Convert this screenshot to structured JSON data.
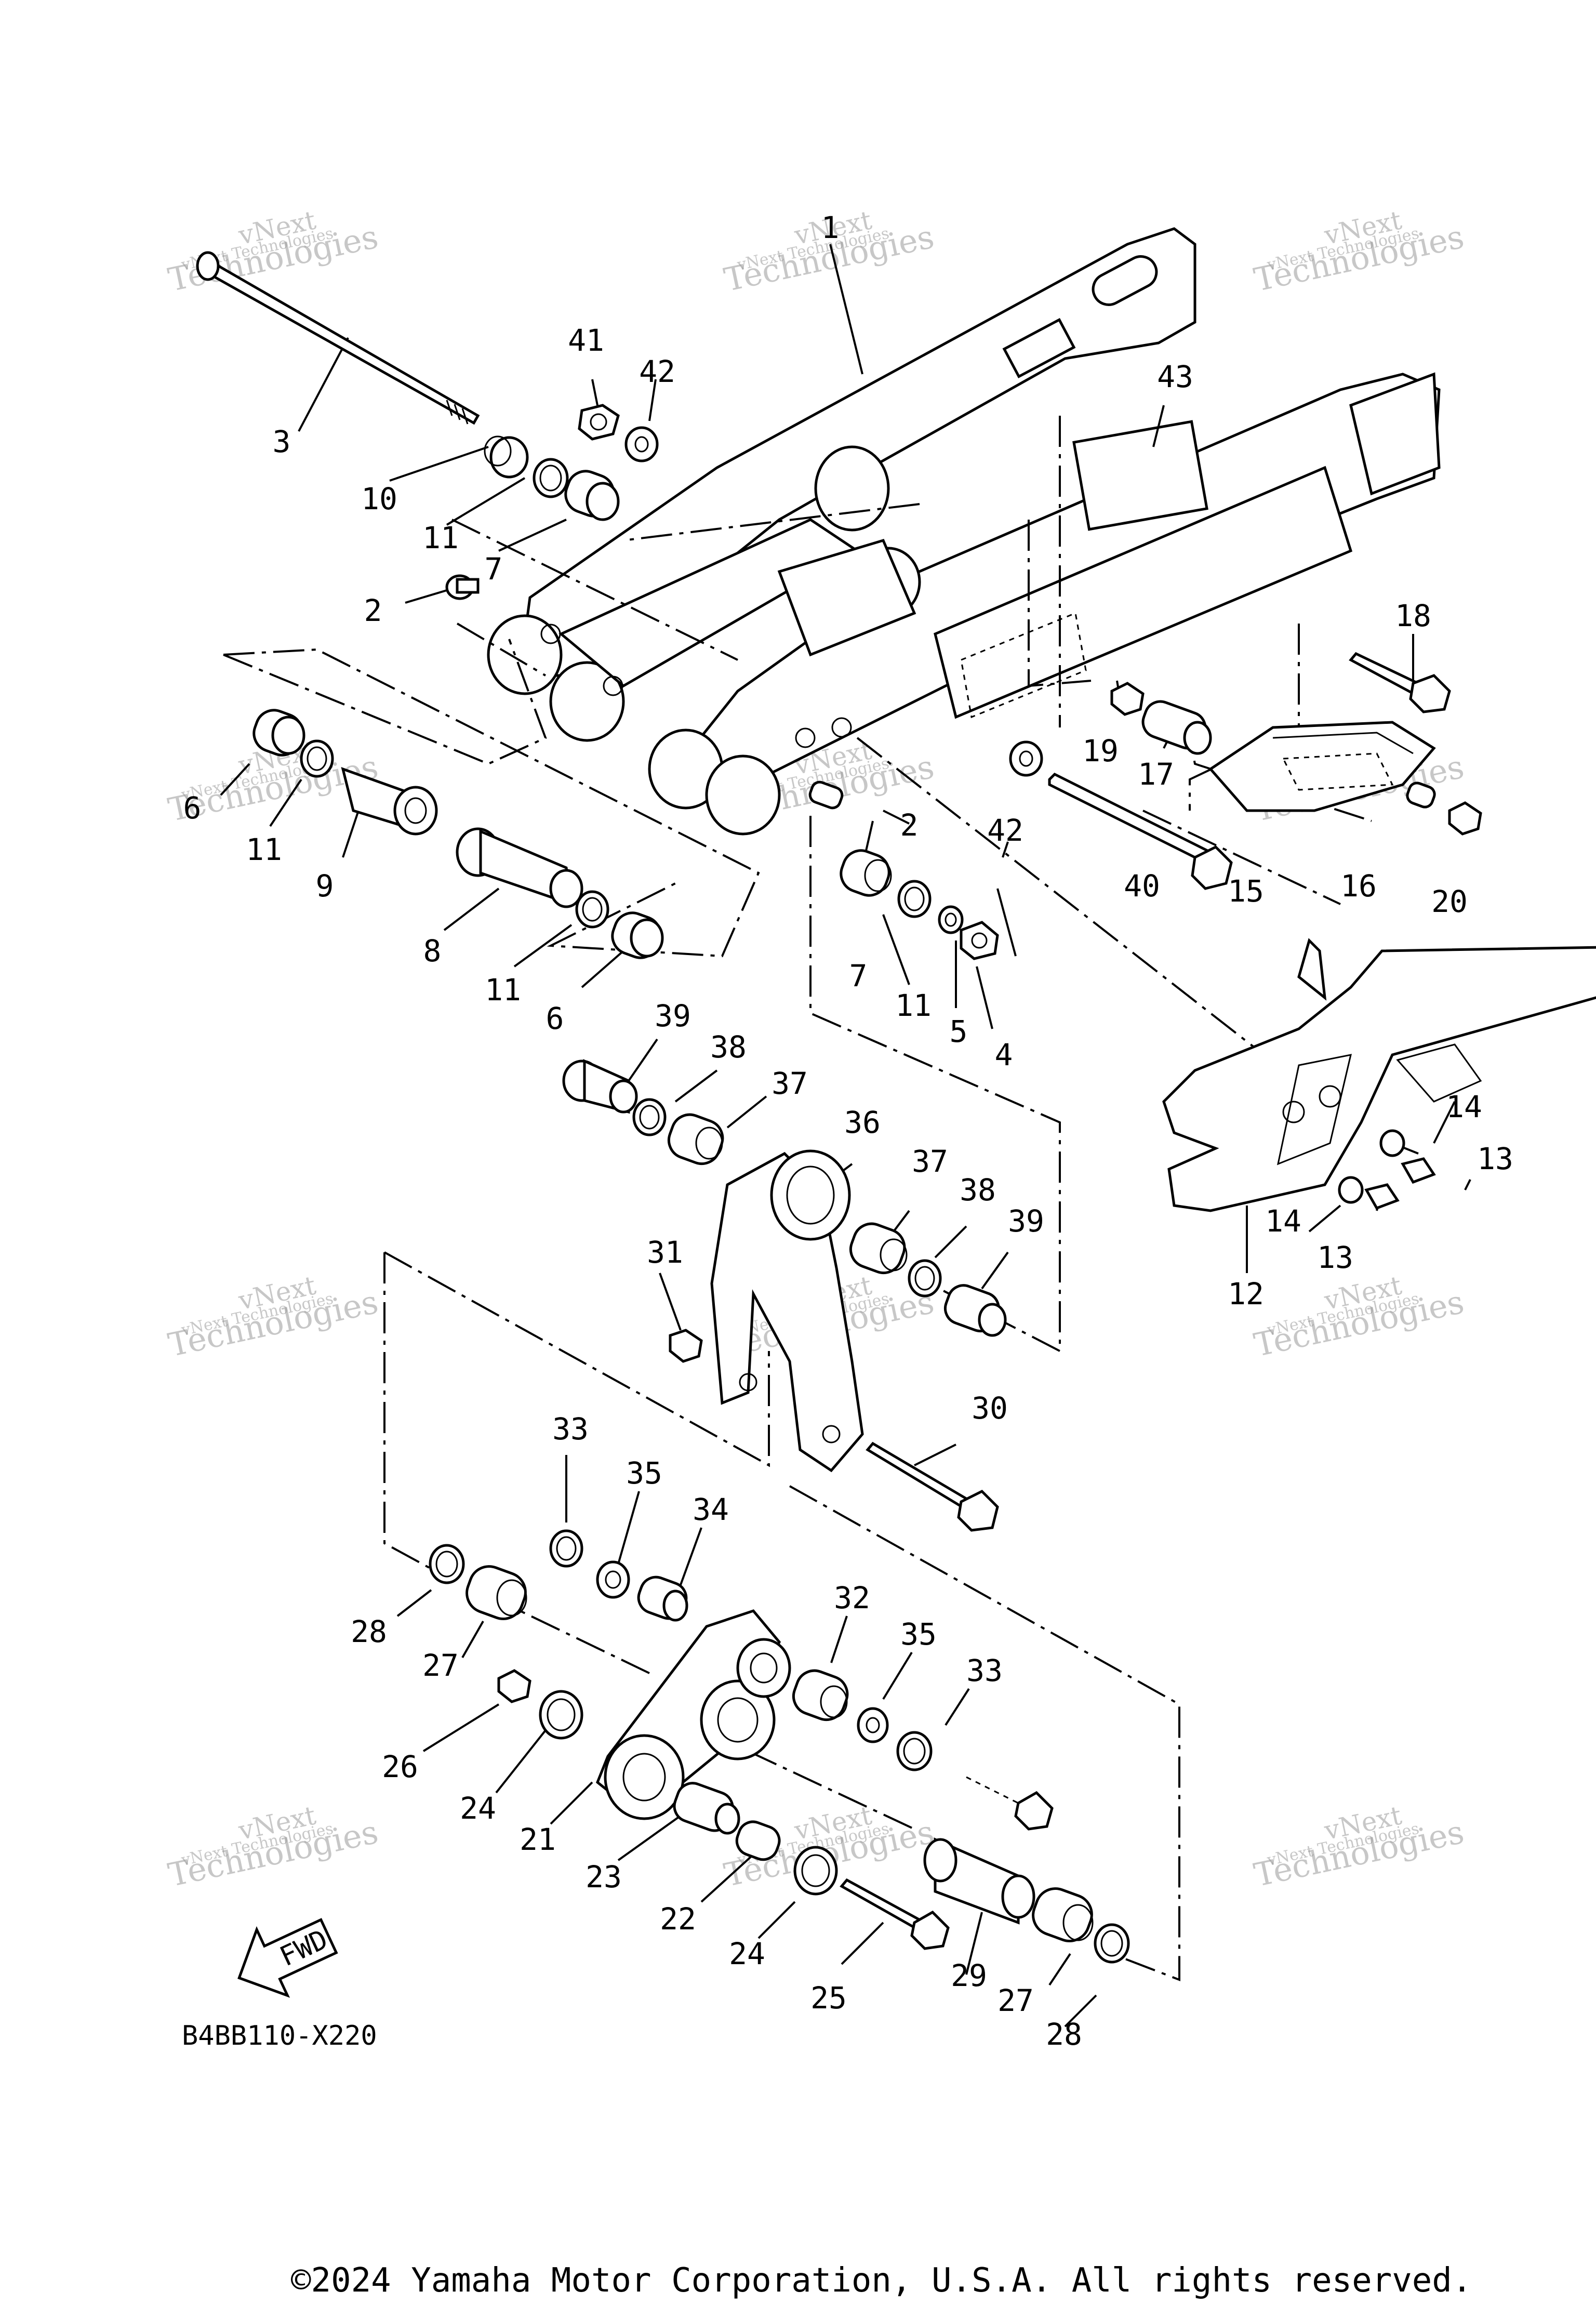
{
  "diagram_code": "B4BB110-X220",
  "fwd_label": "FWD",
  "copyright": "©2024 Yamaha Motor Corporation, U.S.A. All rights reserved.",
  "watermark": {
    "line1": "vNext",
    "line2": "Technologies",
    "sub": "vNext Technologies"
  },
  "callouts": {
    "p1": "1",
    "p2a": "2",
    "p2b": "2",
    "p3": "3",
    "p4": "4",
    "p5": "5",
    "p6a": "6",
    "p6b": "6",
    "p7a": "7",
    "p7b": "7",
    "p8": "8",
    "p9": "9",
    "p10": "10",
    "p11a": "11",
    "p11b": "11",
    "p11c": "11",
    "p11d": "11",
    "p12": "12",
    "p13a": "13",
    "p13b": "13",
    "p14a": "14",
    "p14b": "14",
    "p15": "15",
    "p16": "16",
    "p17": "17",
    "p18": "18",
    "p19": "19",
    "p20": "20",
    "p21": "21",
    "p22": "22",
    "p23": "23",
    "p24a": "24",
    "p24b": "24",
    "p25": "25",
    "p26": "26",
    "p27a": "27",
    "p27b": "27",
    "p28a": "28",
    "p28b": "28",
    "p29": "29",
    "p30": "30",
    "p31": "31",
    "p32": "32",
    "p33a": "33",
    "p33b": "33",
    "p34": "34",
    "p35a": "35",
    "p35b": "35",
    "p36": "36",
    "p37a": "37",
    "p37b": "37",
    "p38a": "38",
    "p38b": "38",
    "p39a": "39",
    "p39b": "39",
    "p40": "40",
    "p41": "41",
    "p42a": "42",
    "p42b": "42",
    "p43": "43"
  }
}
